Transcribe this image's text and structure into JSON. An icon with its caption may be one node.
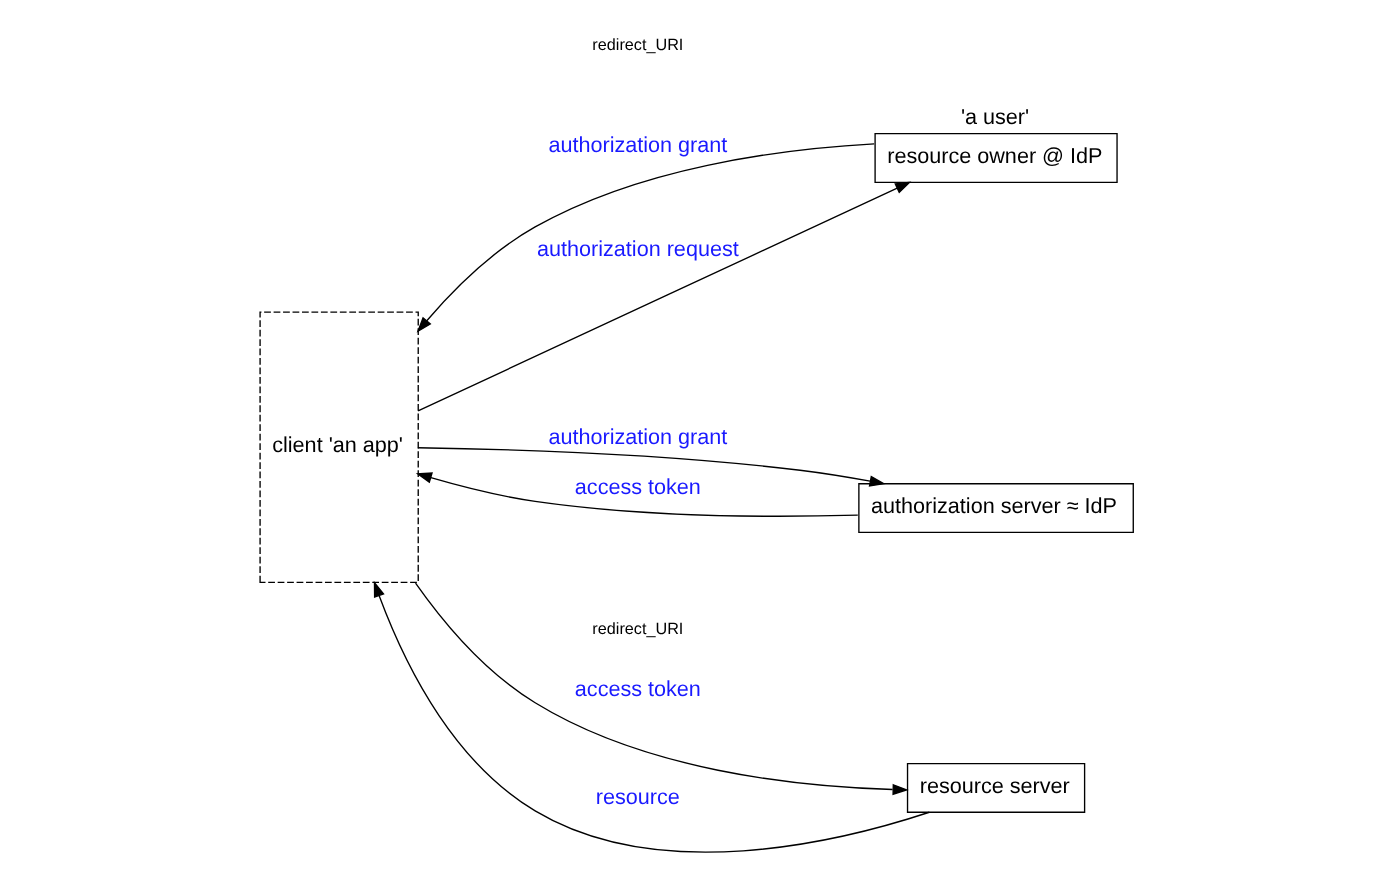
{
  "diagram": {
    "nodes": [
      {
        "text": [
          "client 'an app'"
        ]
      },
      {
        "text": [
          "resource owner @ IdP"
        ],
        "beside": [
          "'a user'"
        ]
      },
      {
        "text": [
          "authorization server ≈ IdP"
        ]
      },
      {
        "text": [
          "resource server"
        ]
      }
    ],
    "edges": [
      {
        "from": 0,
        "to": 1,
        "arrow": "to",
        "label": "authorization request"
      },
      {
        "from": 1,
        "to": 0,
        "arrow": "to",
        "label": "authorization grant"
      },
      {
        "from": 0,
        "to": 2,
        "arrow": "to",
        "label": "authorization grant"
      },
      {
        "from": 2,
        "to": 0,
        "arrow": "to",
        "label": "access token"
      },
      {
        "from": 0,
        "to": 3,
        "arrow": "to",
        "label": "access token"
      },
      {
        "from": 3,
        "to": 0,
        "arrow": "to",
        "label": "resource"
      }
    ],
    "labels": [
      "redirect_URI",
      "redirect_URI"
    ]
  }
}
